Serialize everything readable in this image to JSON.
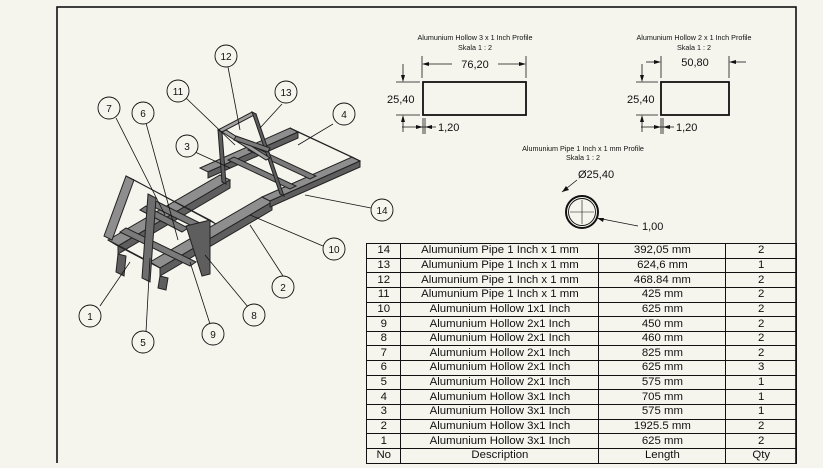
{
  "profiles": {
    "hollow3x1": {
      "title": "Alumunium Hollow 3 x 1 Inch Profile",
      "scale": "Skala 1 : 2",
      "width": "76,20",
      "height": "25,40",
      "wall": "1,20"
    },
    "hollow2x1": {
      "title": "Alumunium Hollow 2 x 1 Inch Profile",
      "scale": "Skala 1 : 2",
      "width": "50,80",
      "height": "25,40",
      "wall": "1,20"
    },
    "pipe": {
      "title": "Alumunium Pipe 1 Inch x 1 mm Profile",
      "scale": "Skala 1 : 2",
      "diameter": "Ø25,40",
      "wall": "1,00"
    }
  },
  "balloons": [
    "1",
    "2",
    "3",
    "4",
    "5",
    "6",
    "7",
    "8",
    "9",
    "10",
    "11",
    "12",
    "13",
    "14"
  ],
  "bom": {
    "headers": {
      "no": "No",
      "description": "Description",
      "length": "Length",
      "qty": "Qty"
    },
    "rows": [
      {
        "no": "14",
        "description": "Alumunium Pipe 1 Inch x 1 mm",
        "length": "392,05 mm",
        "qty": "2"
      },
      {
        "no": "13",
        "description": "Alumunium Pipe 1 Inch x 1 mm",
        "length": "624,6 mm",
        "qty": "1"
      },
      {
        "no": "12",
        "description": "Alumunium Pipe 1 Inch x 1 mm",
        "length": "468.84 mm",
        "qty": "2"
      },
      {
        "no": "11",
        "description": "Alumunium Pipe 1 Inch x 1 mm",
        "length": "425 mm",
        "qty": "2"
      },
      {
        "no": "10",
        "description": "Alumunium Hollow 1x1 Inch",
        "length": "625 mm",
        "qty": "2"
      },
      {
        "no": "9",
        "description": "Alumunium Hollow 2x1 Inch",
        "length": "450 mm",
        "qty": "2"
      },
      {
        "no": "8",
        "description": "Alumunium Hollow 2x1 Inch",
        "length": "460 mm",
        "qty": "2"
      },
      {
        "no": "7",
        "description": "Alumunium Hollow 2x1 Inch",
        "length": "825 mm",
        "qty": "2"
      },
      {
        "no": "6",
        "description": "Alumunium Hollow 2x1 Inch",
        "length": "625 mm",
        "qty": "3"
      },
      {
        "no": "5",
        "description": "Alumunium Hollow 2x1 Inch",
        "length": "575 mm",
        "qty": "1"
      },
      {
        "no": "4",
        "description": "Alumunium Hollow 3x1 Inch",
        "length": "705 mm",
        "qty": "1"
      },
      {
        "no": "3",
        "description": "Alumunium Hollow 3x1 Inch",
        "length": "575 mm",
        "qty": "1"
      },
      {
        "no": "2",
        "description": "Alumunium Hollow 3x1 Inch",
        "length": "1925.5 mm",
        "qty": "2"
      },
      {
        "no": "1",
        "description": "Alumunium Hollow 3x1 Inch",
        "length": "625 mm",
        "qty": "2"
      }
    ]
  }
}
